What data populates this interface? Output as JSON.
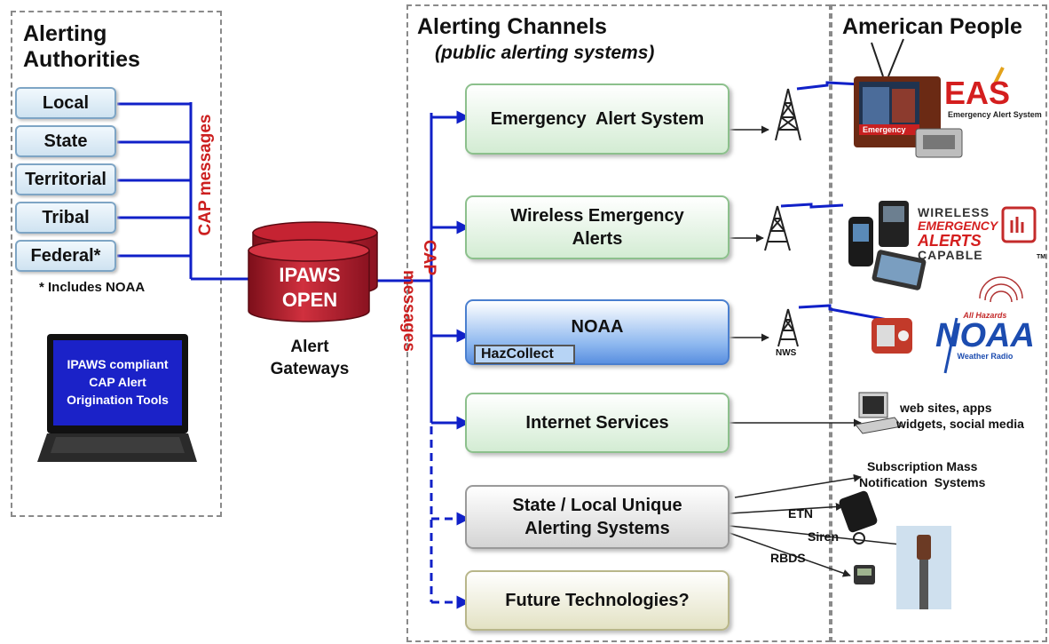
{
  "authorities": {
    "title_line1": "Alerting",
    "title_line2": "Authorities",
    "items": [
      "Local",
      "State",
      "Territorial",
      "Tribal",
      "Federal*"
    ],
    "note": "* Includes NOAA",
    "cap_label": "CAP messages",
    "laptop_lines": [
      "IPAWS compliant",
      "CAP Alert",
      "Origination Tools"
    ]
  },
  "gateway": {
    "drum_line1": "IPAWS",
    "drum_line2": "OPEN",
    "caption_line1": "Alert",
    "caption_line2": "Gateways",
    "cap_line1": "CAP",
    "cap_line2": "messages"
  },
  "channels": {
    "title": "Alerting Channels",
    "subtitle": "(public alerting systems)",
    "eas": "Emergency  Alert System",
    "wea_line1": "Wireless Emergency",
    "wea_line2": "Alerts",
    "noaa": "NOAA",
    "hazcollect": "HazCollect",
    "internet": "Internet Services",
    "state_line1": "State / Local Unique",
    "state_line2": "Alerting Systems",
    "future": "Future Technologies?"
  },
  "people": {
    "title": "American People",
    "eas_logo": "EAS",
    "eas_logo_sub": "Emergency Alert System",
    "tv_label": "Emergency",
    "wea_logo": [
      "WIRELESS",
      "EMERGENCY",
      "ALERTS",
      "CAPABLE"
    ],
    "tm": "TM",
    "noaa_logo_top": "All Hazards",
    "noaa_logo": "NOAA",
    "noaa_logo_sub": "Weather Radio",
    "nws": "NWS",
    "web_line1": "web sites, apps",
    "web_line2": "widgets, social media",
    "subscription_line1": "Subscription Mass",
    "subscription_line2": "Notification  Systems",
    "etn": "ETN",
    "siren": "Siren",
    "rbds": "RBDS"
  },
  "colors": {
    "line_blue": "#1020c8",
    "cap_red": "#cc1f1f",
    "drum_red": "#b01a28",
    "laptop_screen": "#1b22c8"
  }
}
